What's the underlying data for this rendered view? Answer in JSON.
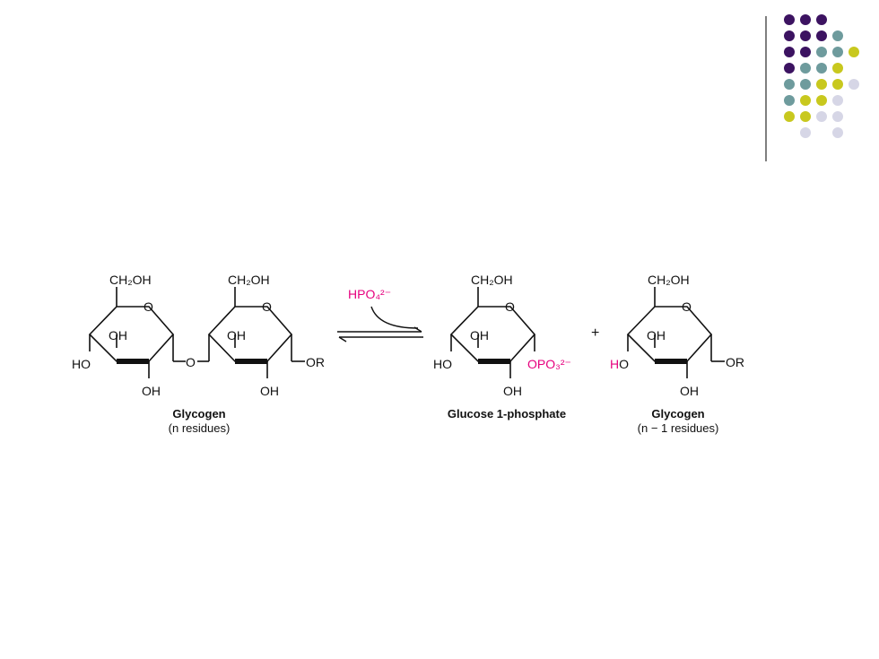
{
  "accent_colors": {
    "dark_purple": "#3c1361",
    "teal": "#6e9b9d",
    "yellow_green": "#c8c81e",
    "lavender": "#d6d6e6",
    "magenta": "#e6007e",
    "divider": "#555555"
  },
  "reaction": {
    "reactant": {
      "ring1": {
        "top": "CH₂OH",
        "oh_mid": "OH",
        "ho_left": "HO",
        "oh_bottom": "OH"
      },
      "link_o": "O",
      "ring2": {
        "top": "CH₂OH",
        "oh_mid": "OH",
        "oh_bottom": "OH",
        "or_right": "OR"
      },
      "caption_name": "Glycogen",
      "caption_detail": "(n residues)"
    },
    "reagent": "HPO₄²⁻",
    "product1": {
      "top": "CH₂OH",
      "oh_mid": "OH",
      "ho_left": "HO",
      "oh_bottom": "OH",
      "phosphate": "OPO₃²⁻",
      "caption_name": "Glucose 1-phosphate"
    },
    "plus": "+",
    "product2": {
      "top": "CH₂OH",
      "oh_mid": "OH",
      "ho_left": "HO",
      "oh_bottom": "OH",
      "or_right": "OR",
      "caption_name": "Glycogen",
      "caption_detail": "(n − 1 residues)"
    },
    "ring_oxygen": "O"
  }
}
